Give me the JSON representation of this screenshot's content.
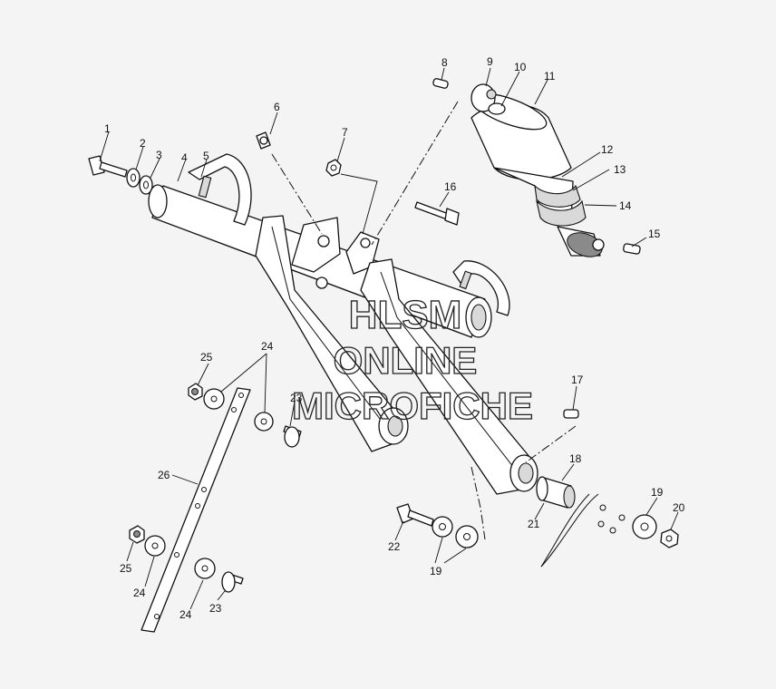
{
  "watermark": {
    "line1": "HLSM",
    "line2": "ONLINE",
    "line3": "MICROFICHE"
  },
  "callouts": {
    "c1": "1",
    "c2": "2",
    "c3": "3",
    "c4": "4",
    "c5": "5",
    "c6": "6",
    "c7": "7",
    "c8": "8",
    "c9": "9",
    "c10": "10",
    "c11": "11",
    "c12": "12",
    "c13": "13",
    "c14": "14",
    "c15": "15",
    "c16": "16",
    "c17": "17",
    "c18": "18",
    "c19a": "19",
    "c19b": "19",
    "c20": "20",
    "c21": "21",
    "c22": "22",
    "c23a": "23",
    "c23b": "23",
    "c24a": "24",
    "c24b": "24",
    "c24c": "24",
    "c25a": "25",
    "c25b": "25",
    "c26": "26"
  }
}
